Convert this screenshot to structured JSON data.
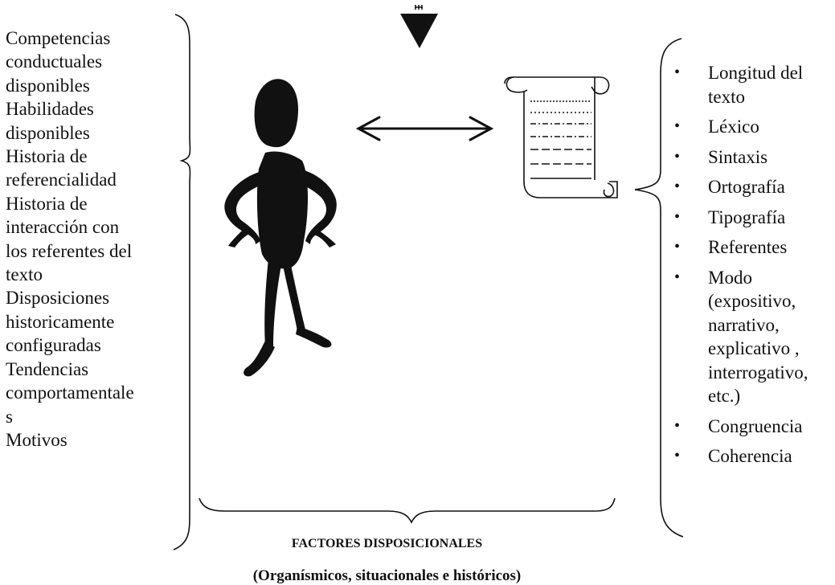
{
  "left_factors": [
    "Competencias",
    "conductuales",
    "disponibles",
    "Habilidades",
    "disponibles",
    "Historia de",
    "referencialidad",
    "Historia de",
    "interacción con",
    "los referentes del",
    "texto",
    "Disposiciones",
    "historicamente",
    "configuradas",
    "Tendencias",
    "comportamentale",
    "s",
    "Motivos"
  ],
  "text_factors": [
    [
      "Longitud del",
      "texto"
    ],
    [
      "Léxico"
    ],
    [
      "Sintaxis"
    ],
    [
      "Ortografía"
    ],
    [
      "Tipografía"
    ],
    [
      "Referentes"
    ],
    [
      "Modo",
      "(expositivo,",
      "narrativo,",
      "explicativo ,",
      "interrogativo,",
      "etc.)"
    ],
    [
      "Congruencia"
    ],
    [
      "Coherencia"
    ]
  ],
  "caption": {
    "title": "FACTORES DISPOSICIONALES",
    "subtitle": "(Organísmicos, situacionales e históricos)"
  },
  "icons": [
    "down-arrow-icon",
    "person-icon",
    "double-arrow-icon",
    "scroll-document-icon"
  ]
}
